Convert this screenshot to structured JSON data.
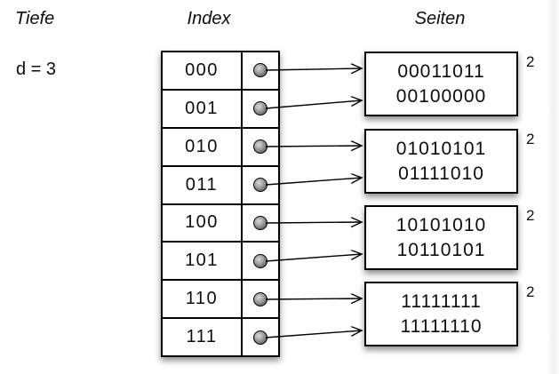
{
  "header": {
    "tiefe": "Tiefe",
    "index": "Index",
    "seiten": "Seiten"
  },
  "global_depth": "d = 3",
  "directory": {
    "rows": [
      {
        "key": "000",
        "points_to_page": 0
      },
      {
        "key": "001",
        "points_to_page": 0
      },
      {
        "key": "010",
        "points_to_page": 1
      },
      {
        "key": "011",
        "points_to_page": 1
      },
      {
        "key": "100",
        "points_to_page": 2
      },
      {
        "key": "101",
        "points_to_page": 2
      },
      {
        "key": "110",
        "points_to_page": 3
      },
      {
        "key": "111",
        "points_to_page": 3
      }
    ]
  },
  "pages": [
    {
      "entries": [
        "00011011",
        "00100000"
      ],
      "local_depth": "2"
    },
    {
      "entries": [
        "01010101",
        "01111010"
      ],
      "local_depth": "2"
    },
    {
      "entries": [
        "10101010",
        "10110101"
      ],
      "local_depth": "2"
    },
    {
      "entries": [
        "11111111",
        "11111110"
      ],
      "local_depth": "2"
    }
  ],
  "colors": {
    "ink": "#000000",
    "background": "#ffffff",
    "dot_fill": "#8a8a8a"
  }
}
